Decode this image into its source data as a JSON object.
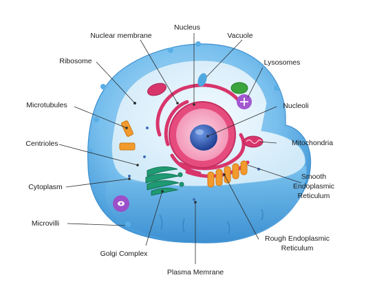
{
  "labels": {
    "nucleus": "Nucleus",
    "nuclear_membrane": "Nuclear membrane",
    "vacuole": "Vacuole",
    "ribosome": "Ribosome",
    "lysosomes": "Lysosomes",
    "microtubules": "Microtubules",
    "nucleoli": "Nucleoli",
    "centrioles": "Centrioles",
    "mitochondria": "Mitochondria",
    "smooth_er": [
      "Smooth",
      "Endoplasmic",
      "Reticulum"
    ],
    "cytoplasm": "Cytoplasm",
    "microvilli": "Microvilli",
    "rough_er": [
      "Rough Endoplasmic",
      "Reticulum"
    ],
    "golgi_complex": "Golgi Complex",
    "plasma_membrane": "Plasma Memrane"
  },
  "colors": {
    "membrane_blue": "#5aaee6",
    "cytoplasm_light": "#dff1fb",
    "nuclear_pink": "#e23c73",
    "nucleus_blue": "#2f5fb8",
    "golgi_green": "#1f9a72",
    "centriole_orange": "#f29a2e",
    "lysosome_purple": "#9b4fc9",
    "mitochondria_green": "#3aa53c"
  }
}
